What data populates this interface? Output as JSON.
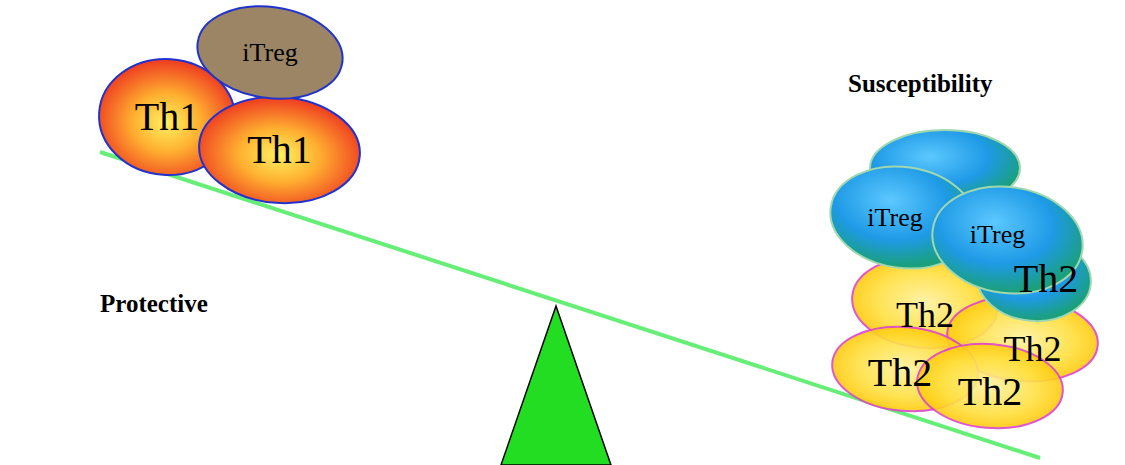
{
  "diagram": {
    "nodes": [
      {
        "text": [
          "iTreg"
        ]
      },
      {
        "text": [
          "Th1"
        ]
      },
      {
        "text": [
          "Th1"
        ]
      },
      {
        "text": [
          "iTreg"
        ]
      },
      {
        "text": [
          "iTreg"
        ]
      },
      {
        "text": [
          "Th2"
        ]
      },
      {
        "text": [
          "Th2"
        ]
      },
      {
        "text": [
          "Th2"
        ]
      },
      {
        "text": [
          "Th2"
        ]
      },
      {
        "text": [
          "Th2"
        ]
      }
    ],
    "labels": [
      "Protective",
      "Susceptibility"
    ]
  }
}
